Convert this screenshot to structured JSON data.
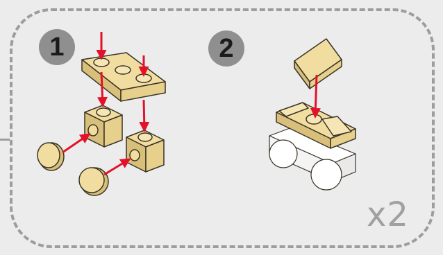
{
  "steps": [
    {
      "number": "1"
    },
    {
      "number": "2"
    }
  ],
  "multiplier": "x2",
  "colors": {
    "background": "#ececec",
    "border": "#9d9d9d",
    "badge": "#8f8f8f",
    "brick_tan": "#f2dda0",
    "brick_shadow": "#d8bf7a",
    "brick_white": "#ffffff",
    "arrow": "#e4112b",
    "outline": "#3a3326"
  }
}
